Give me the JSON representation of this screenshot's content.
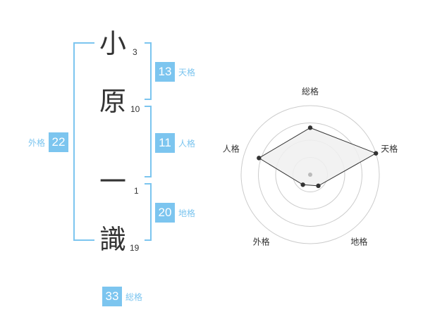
{
  "name": {
    "chars": [
      {
        "char": "小",
        "strokes": "3"
      },
      {
        "char": "原",
        "strokes": "10"
      },
      {
        "char": "一",
        "strokes": "1"
      },
      {
        "char": "識",
        "strokes": "19"
      }
    ]
  },
  "fortunes": {
    "tenkaku": {
      "label": "天格",
      "value": "13"
    },
    "jinkaku": {
      "label": "人格",
      "value": "11"
    },
    "chikaku": {
      "label": "地格",
      "value": "20"
    },
    "gaikaku": {
      "label": "外格",
      "value": "22"
    },
    "soukaku": {
      "label": "総格",
      "value": "33"
    }
  },
  "chart_data": {
    "type": "radar",
    "axes": [
      "総格",
      "天格",
      "地格",
      "外格",
      "人格"
    ],
    "values": [
      3.4,
      5,
      1,
      0.9,
      3.9
    ],
    "range": [
      0,
      5
    ],
    "rings": 4,
    "colors": {
      "fill": "#f0f0f0",
      "line": "#333333",
      "grid": "#cccccc",
      "center": "#bbbbbb"
    }
  }
}
